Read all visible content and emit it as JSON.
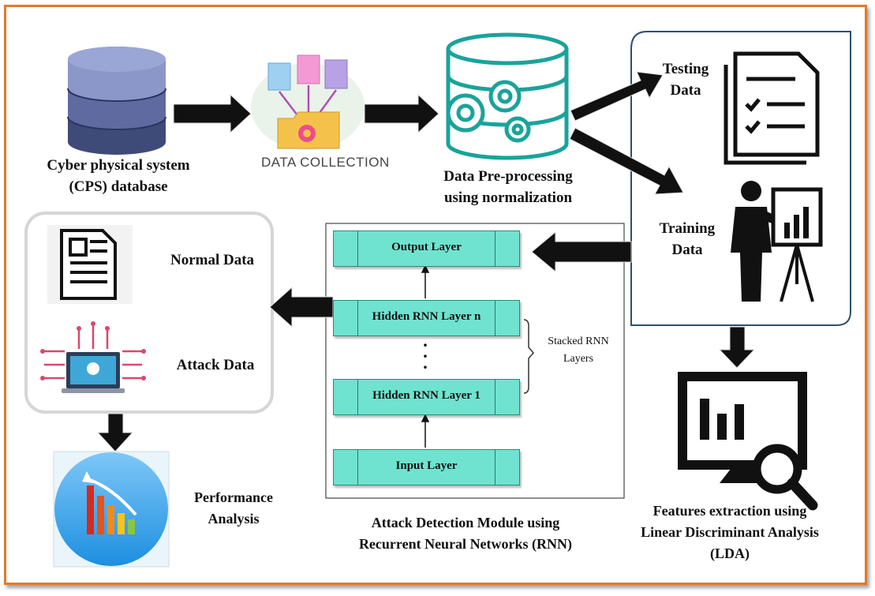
{
  "colors": {
    "frame": "#e07b2a",
    "teal": "#1aa39a",
    "layer_fill": "#6fe3cf",
    "panel_border": "#2d4f6e"
  },
  "cps": {
    "label_line1": "Cyber physical system",
    "label_line2": "(CPS) database"
  },
  "collection": {
    "caption": "DATA COLLECTION"
  },
  "preprocess": {
    "label_line1": "Data Pre-processing",
    "label_line2": "using normalization"
  },
  "testing": {
    "line1": "Testing",
    "line2": "Data"
  },
  "training": {
    "line1": "Training",
    "line2": "Data"
  },
  "results": {
    "normal": "Normal Data",
    "attack": "Attack Data"
  },
  "rnn": {
    "layers": [
      "Output Layer",
      "Hidden RNN Layer n",
      "Hidden RNN Layer 1",
      "Input Layer"
    ],
    "dots": ".",
    "stack_line1": "Stacked RNN",
    "stack_line2": "Layers",
    "caption_line1": "Attack Detection Module using",
    "caption_line2": "Recurrent Neural Networks (RNN)"
  },
  "lda": {
    "line1": "Features extraction using",
    "line2": "Linear Discriminant  Analysis",
    "line3": "(LDA)"
  },
  "performance": {
    "line1": "Performance",
    "line2": "Analysis"
  }
}
